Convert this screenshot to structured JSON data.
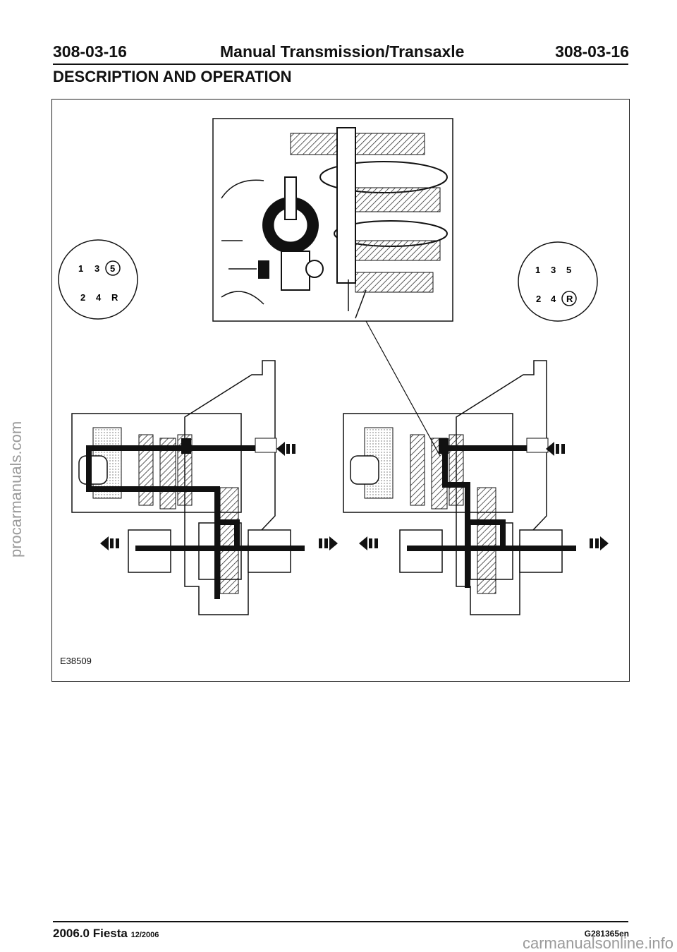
{
  "header": {
    "left_code": "308-03-16",
    "title": "Manual Transmission/Transaxle",
    "right_code": "308-03-16"
  },
  "section_title": "DESCRIPTION AND OPERATION",
  "figure": {
    "id": "E38509",
    "left_gate": {
      "row1": [
        "1",
        "3",
        "5"
      ],
      "row2": [
        "2",
        "4",
        "R"
      ],
      "highlight": "5"
    },
    "right_gate": {
      "row1": [
        "1",
        "3",
        "5"
      ],
      "row2": [
        "2",
        "4",
        "R"
      ],
      "highlight": "R"
    }
  },
  "footer": {
    "model": "2006.0 Fiesta",
    "date": "12/2006",
    "doc_code": "G281365en"
  },
  "watermarks": {
    "side": "procarmanuals.com",
    "bottom": "carmanualsonline.info"
  },
  "colors": {
    "ink": "#111111",
    "hatch": "#444444"
  }
}
